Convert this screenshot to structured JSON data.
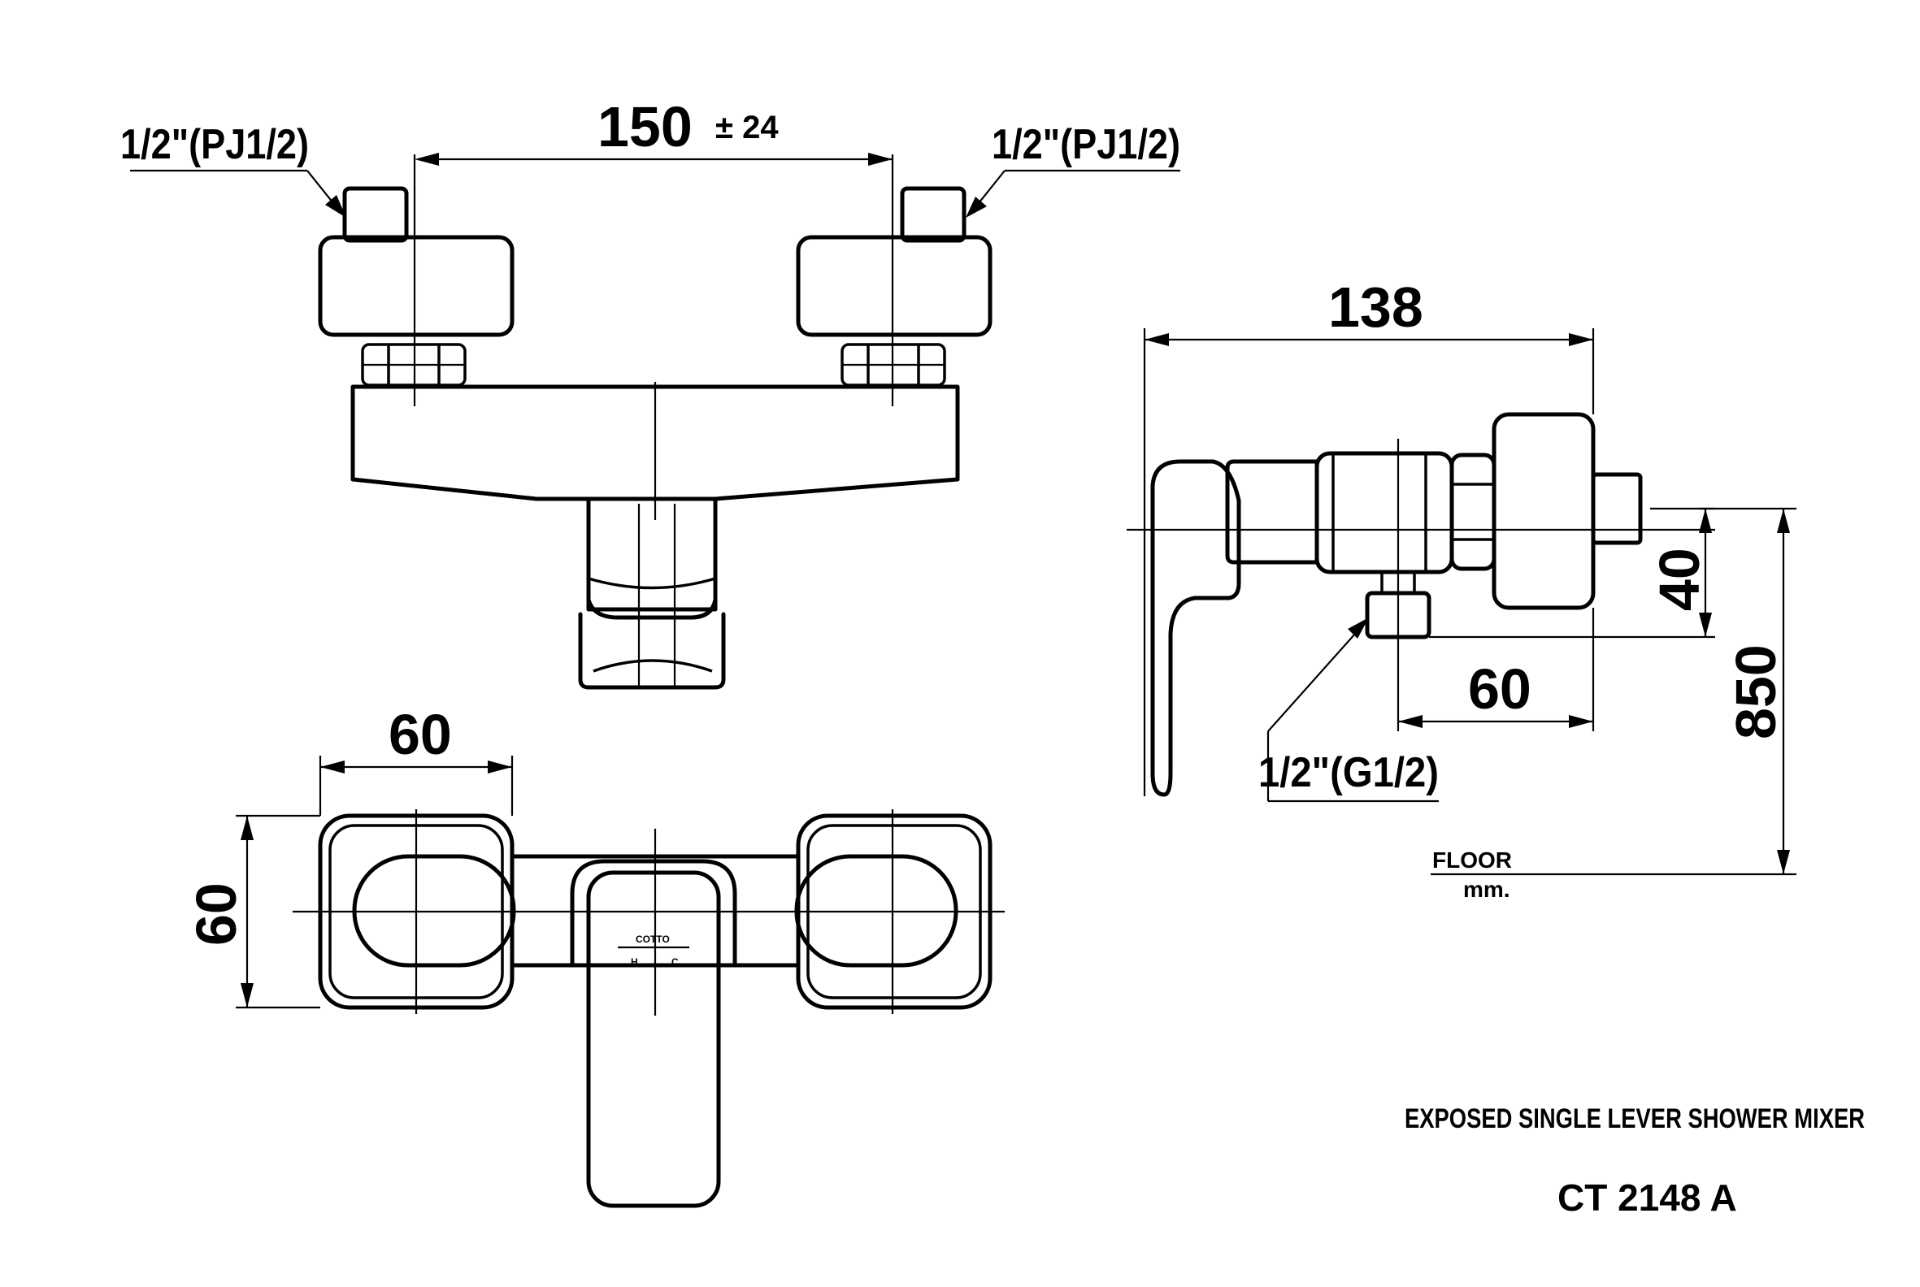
{
  "drawing": {
    "title": "EXPOSED SINGLE LEVER SHOWER MIXER",
    "model": "CT 2148 A",
    "floor_label": "FLOOR",
    "unit_label": "mm."
  },
  "dimensions": {
    "inlet_spacing": "150",
    "inlet_tolerance": "± 24",
    "front_width": "60",
    "front_height": "60",
    "side_depth": "138",
    "outlet_offset": "60",
    "outlet_drop": "40",
    "floor_height": "850"
  },
  "threads": {
    "left_inlet": "1/2\"(PJ1/2)",
    "right_inlet": "1/2\"(PJ1/2)",
    "outlet": "1/2\"(G1/2)"
  },
  "lever_marks": {
    "brand": "COTTO",
    "hot": "H",
    "cold": "C"
  }
}
